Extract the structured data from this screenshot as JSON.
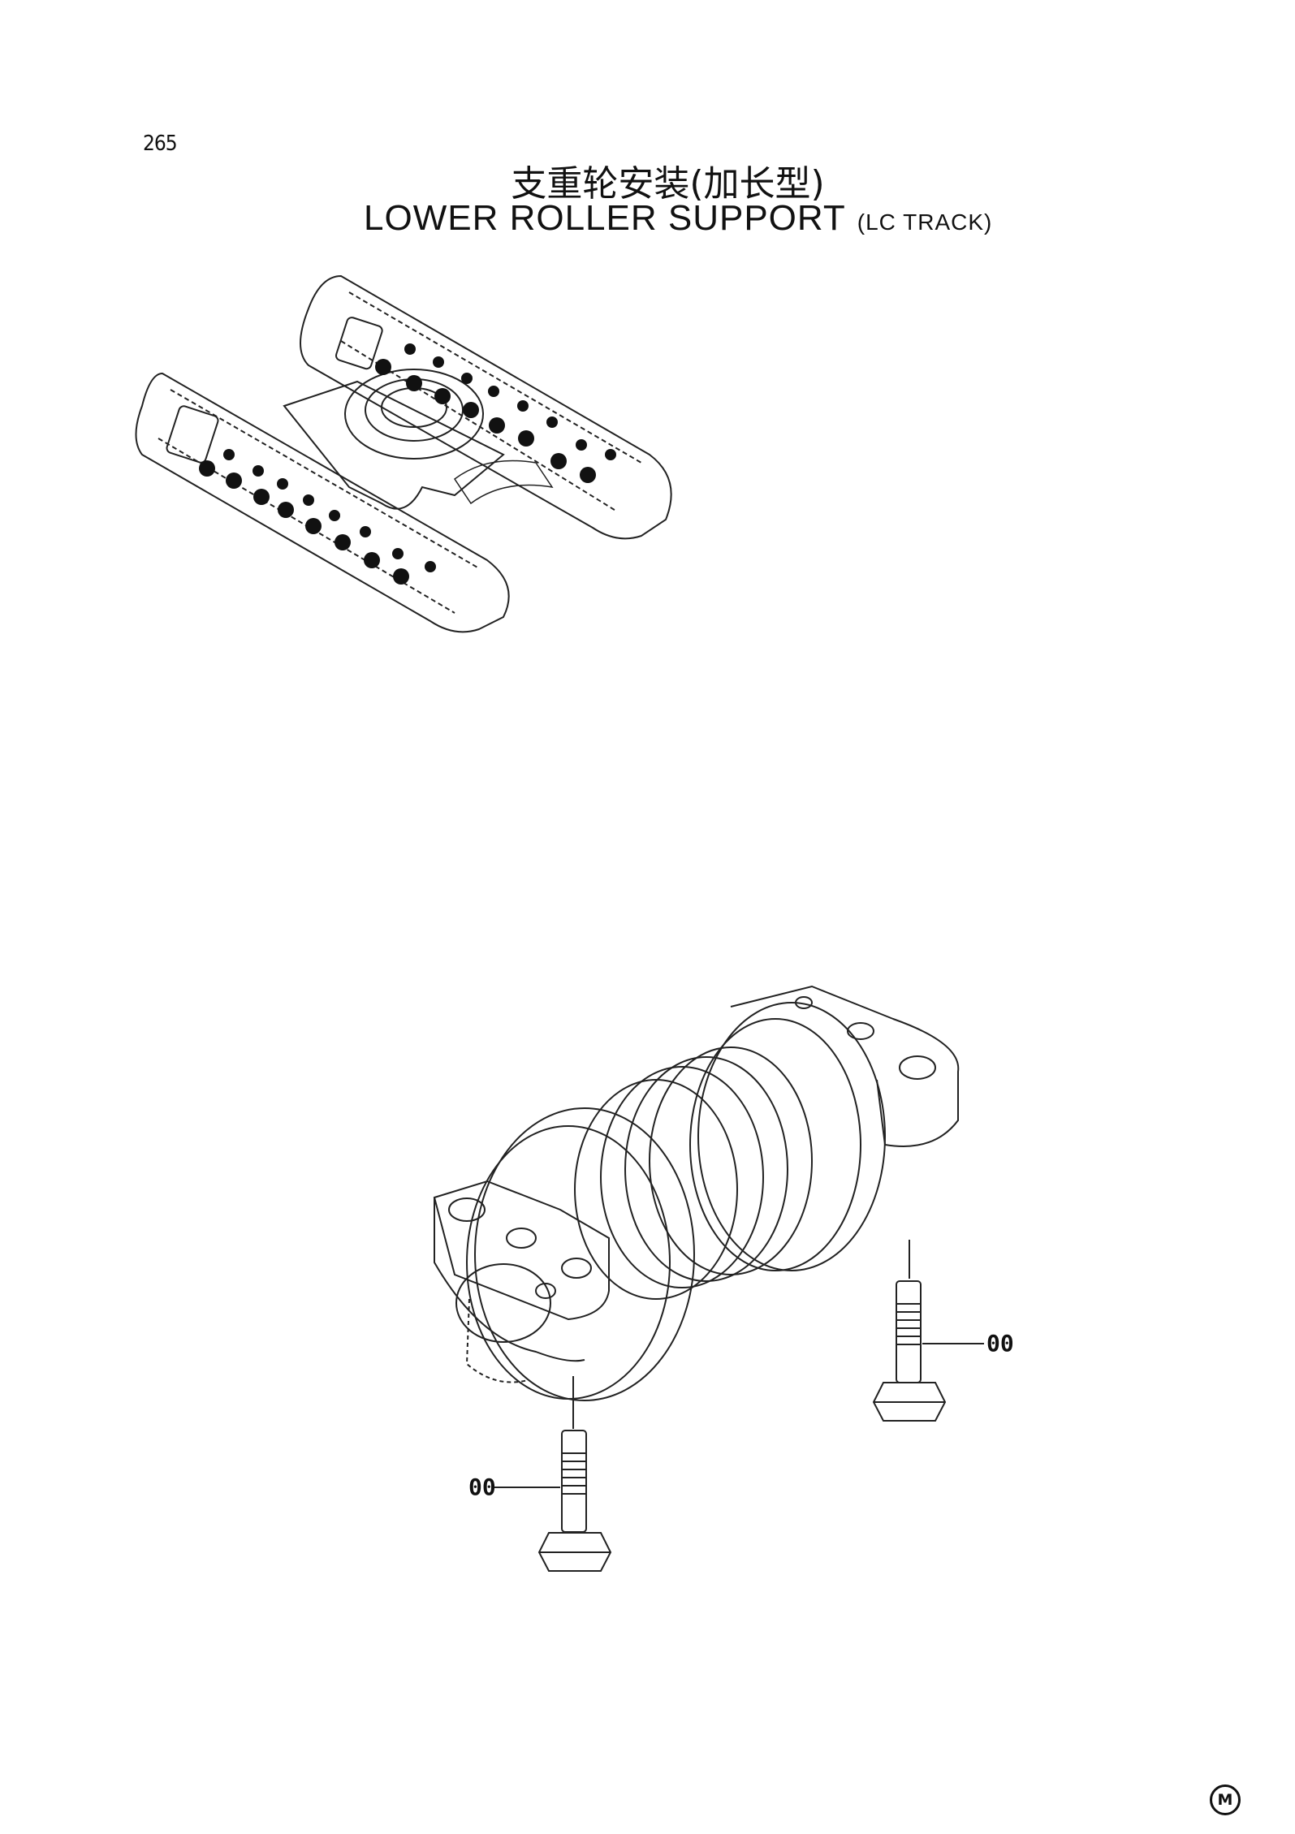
{
  "page_number": "265",
  "title_cn": "支重轮安装(加长型)",
  "title_en": "LOWER ROLLER SUPPORT",
  "title_en_sub": "(LC TRACK)",
  "callouts": [
    "00",
    "00"
  ],
  "corner_mark": "M"
}
